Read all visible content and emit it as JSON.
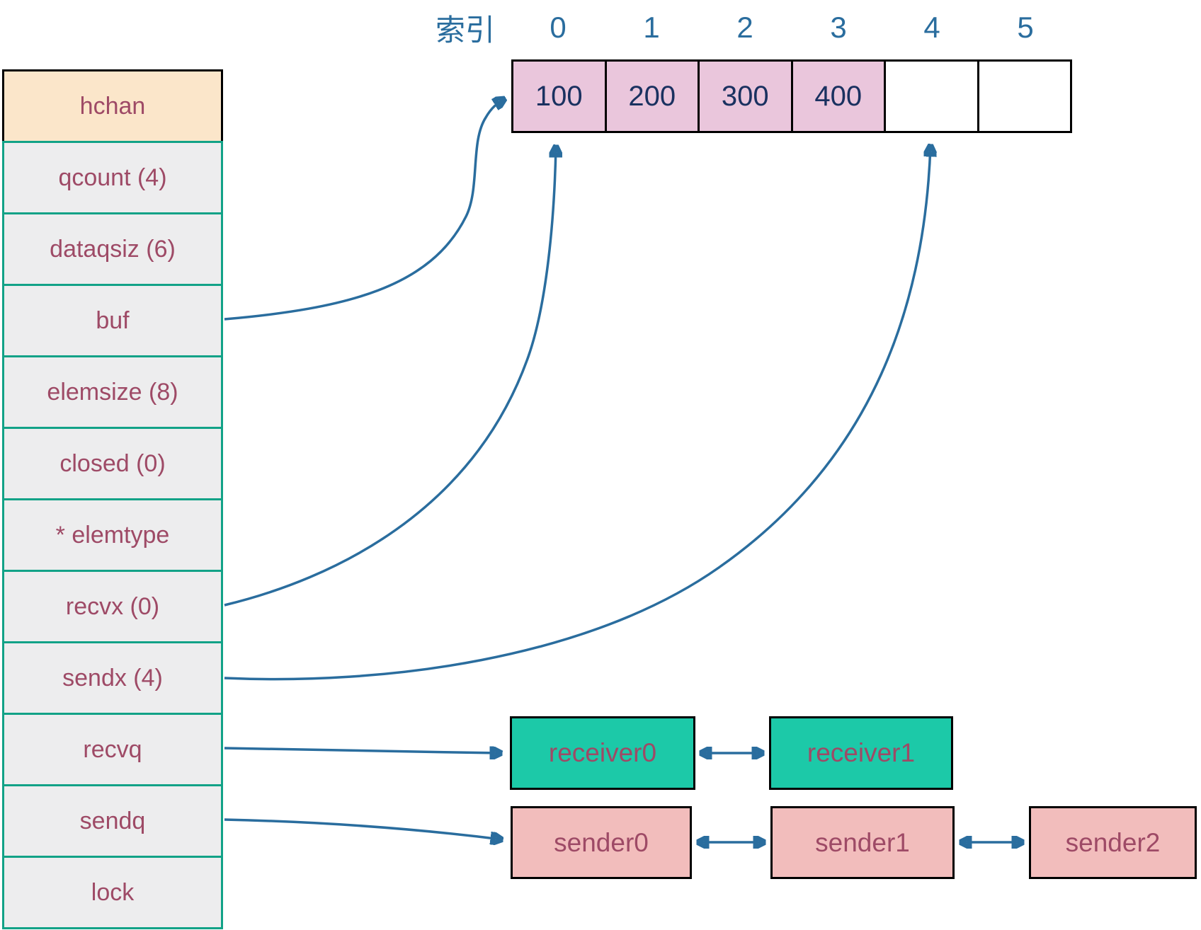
{
  "struct": {
    "title": "hchan",
    "fields": [
      "qcount (4)",
      "dataqsiz (6)",
      "buf",
      "elemsize (8)",
      "closed (0)",
      "* elemtype",
      "recvx (0)",
      "sendx (4)",
      "recvq",
      "sendq",
      "lock"
    ]
  },
  "buffer": {
    "index_label": "索引",
    "indices": [
      "0",
      "1",
      "2",
      "3",
      "4",
      "5"
    ],
    "cells": [
      {
        "value": "100",
        "filled": true
      },
      {
        "value": "200",
        "filled": true
      },
      {
        "value": "300",
        "filled": true
      },
      {
        "value": "400",
        "filled": true
      },
      {
        "value": "",
        "filled": false
      },
      {
        "value": "",
        "filled": false
      }
    ]
  },
  "recv_queue": [
    "receiver0",
    "receiver1"
  ],
  "send_queue": [
    "sender0",
    "sender1",
    "sender2"
  ],
  "colors": {
    "arrow_blue": "#2a6d9e",
    "index_blue": "#2a6d9e",
    "value_navy": "#1a3160",
    "buffer_cell_pink": "#eac6dc",
    "struct_header_bg": "#fbe6ca",
    "struct_row_bg": "#ededee",
    "struct_border_teal": "#12a287",
    "text_maroon": "#9e4a66",
    "receiver_box_bg": "#1cc9a8",
    "sender_box_bg": "#f2bdbc",
    "box_border": "#000000"
  }
}
